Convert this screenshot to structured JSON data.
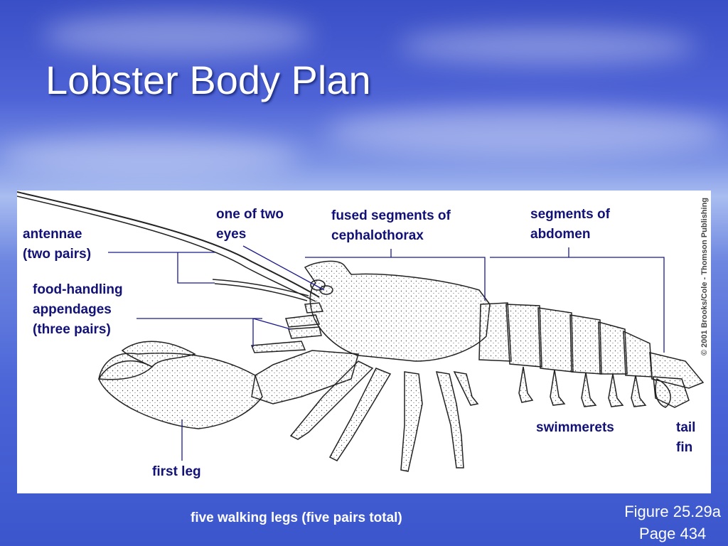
{
  "slide": {
    "title": "Lobster Body Plan",
    "figure_ref": "Figure 25.29a",
    "page_ref": "Page 434",
    "bottom_caption": "five walking legs (five pairs total)",
    "copyright": "© 2001 Brooks/Cole - Thomson Publishing"
  },
  "labels": {
    "antennae_1": "antennae",
    "antennae_2": "(two pairs)",
    "eyes_1": "one of two",
    "eyes_2": "eyes",
    "fused_1": "fused segments of",
    "fused_2": "cephalothorax",
    "abdomen_1": "segments of",
    "abdomen_2": "abdomen",
    "food_1": "food-handling",
    "food_2": "appendages",
    "food_3": "(three pairs)",
    "first_leg": "first leg",
    "swimmerets": "swimmerets",
    "tail_1": "tail",
    "tail_2": "fin"
  },
  "colors": {
    "label_text": "#111178",
    "leader_line": "#1a1a8c",
    "outline": "#222222",
    "background_blue": "#4c66d8"
  }
}
